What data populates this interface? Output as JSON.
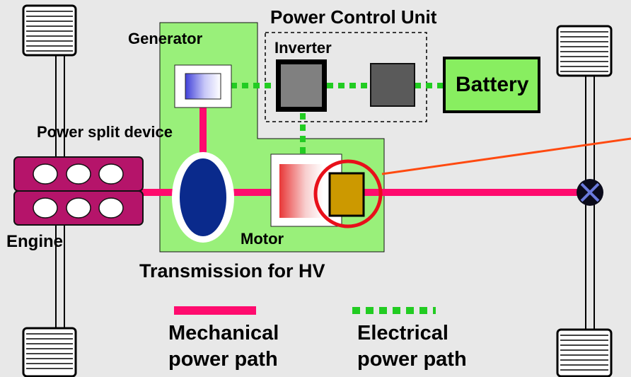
{
  "labels": {
    "generator": "Generator",
    "power_control_unit": "Power Control Unit",
    "inverter": "Inverter",
    "battery": "Battery",
    "power_split_device": "Power split device",
    "engine": "Engine",
    "motor": "Motor",
    "transmission": "Transmission for HV"
  },
  "legend": {
    "mechanical_line1": "Mechanical",
    "mechanical_line2": "power path",
    "electrical_line1": "Electrical",
    "electrical_line2": "power path"
  },
  "colors": {
    "background": "#e8e8e8",
    "transmission_fill": "#99f07a",
    "battery_fill": "#88ee60",
    "mechanical_path": "#ff0b6e",
    "electrical_path": "#22cc22",
    "engine_fill": "#b5146a",
    "psd_fill": "#0a2a8c",
    "motor_core": "#cc9900",
    "highlight_circle": "#e8101a",
    "callout_line": "#ff4a10"
  },
  "icons": [
    "wheel-icon",
    "engine-icon",
    "generator-icon",
    "inverter-icon",
    "converter-icon",
    "motor-icon",
    "differential-icon"
  ]
}
